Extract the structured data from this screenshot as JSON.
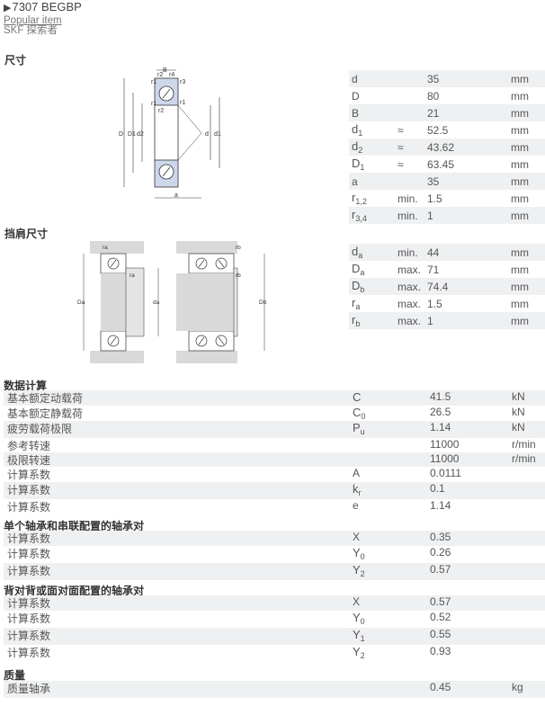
{
  "header": {
    "title": "7307 BEGBP",
    "popular": "Popular item",
    "brand": "SKF 探索者"
  },
  "sections": {
    "dimensions": "尺寸",
    "abutment": "挡肩尺寸",
    "calc": "数据计算",
    "single": "单个轴承和串联配置的轴承对",
    "pair": "背对背或面对面配置的轴承对",
    "mass": "质量"
  },
  "diagram_labels": {
    "B": "B",
    "r1": "r1",
    "r2": "r2",
    "r3": "r3",
    "r4": "r4",
    "D": "D",
    "D1": "D1",
    "d2": "d2",
    "d": "d",
    "d1": "d1",
    "a": "a",
    "ra": "ra",
    "rb": "rb",
    "Da": "Da",
    "da": "da",
    "Db": "Db"
  },
  "dimensions": [
    {
      "sym": "d",
      "sub": "",
      "qual": "",
      "val": "35",
      "unit": "mm"
    },
    {
      "sym": "D",
      "sub": "",
      "qual": "",
      "val": "80",
      "unit": "mm"
    },
    {
      "sym": "B",
      "sub": "",
      "qual": "",
      "val": "21",
      "unit": "mm"
    },
    {
      "sym": "d",
      "sub": "1",
      "qual": "≈",
      "val": "52.5",
      "unit": "mm"
    },
    {
      "sym": "d",
      "sub": "2",
      "qual": "≈",
      "val": "43.62",
      "unit": "mm"
    },
    {
      "sym": "D",
      "sub": "1",
      "qual": "≈",
      "val": "63.45",
      "unit": "mm"
    },
    {
      "sym": "a",
      "sub": "",
      "qual": "",
      "val": "35",
      "unit": "mm"
    },
    {
      "sym": "r",
      "sub": "1,2",
      "qual": "min.",
      "val": "1.5",
      "unit": "mm"
    },
    {
      "sym": "r",
      "sub": "3,4",
      "qual": "min.",
      "val": "1",
      "unit": "mm"
    }
  ],
  "abutment": [
    {
      "sym": "d",
      "sub": "a",
      "qual": "min.",
      "val": "44",
      "unit": "mm"
    },
    {
      "sym": "D",
      "sub": "a",
      "qual": "max.",
      "val": "71",
      "unit": "mm"
    },
    {
      "sym": "D",
      "sub": "b",
      "qual": "max.",
      "val": "74.4",
      "unit": "mm"
    },
    {
      "sym": "r",
      "sub": "a",
      "qual": "max.",
      "val": "1.5",
      "unit": "mm"
    },
    {
      "sym": "r",
      "sub": "b",
      "qual": "max.",
      "val": "1",
      "unit": "mm"
    }
  ],
  "calc": [
    {
      "label": "基本额定动载荷",
      "sym": "C",
      "sub": "",
      "val": "41.5",
      "unit": "kN"
    },
    {
      "label": "基本额定静载荷",
      "sym": "C",
      "sub": "0",
      "val": "26.5",
      "unit": "kN"
    },
    {
      "label": "疲劳载荷极限",
      "sym": "P",
      "sub": "u",
      "val": "1.14",
      "unit": "kN"
    },
    {
      "label": "参考转速",
      "sym": "",
      "sub": "",
      "val": "11000",
      "unit": "r/min"
    },
    {
      "label": "极限转速",
      "sym": "",
      "sub": "",
      "val": "11000",
      "unit": "r/min"
    },
    {
      "label": "计算系数",
      "sym": "A",
      "sub": "",
      "val": "0.0111",
      "unit": ""
    },
    {
      "label": "计算系数",
      "sym": "k",
      "sub": "r",
      "val": "0.1",
      "unit": ""
    },
    {
      "label": "计算系数",
      "sym": "e",
      "sub": "",
      "val": "1.14",
      "unit": ""
    }
  ],
  "single": [
    {
      "label": "计算系数",
      "sym": "X",
      "sub": "",
      "val": "0.35",
      "unit": ""
    },
    {
      "label": "计算系数",
      "sym": "Y",
      "sub": "0",
      "val": "0.26",
      "unit": ""
    },
    {
      "label": "计算系数",
      "sym": "Y",
      "sub": "2",
      "val": "0.57",
      "unit": ""
    }
  ],
  "pair": [
    {
      "label": "计算系数",
      "sym": "X",
      "sub": "",
      "val": "0.57",
      "unit": ""
    },
    {
      "label": "计算系数",
      "sym": "Y",
      "sub": "0",
      "val": "0.52",
      "unit": ""
    },
    {
      "label": "计算系数",
      "sym": "Y",
      "sub": "1",
      "val": "0.55",
      "unit": ""
    },
    {
      "label": "计算系数",
      "sym": "Y",
      "sub": "2",
      "val": "0.93",
      "unit": ""
    }
  ],
  "mass": [
    {
      "label": "质量轴承",
      "sym": "",
      "sub": "",
      "val": "0.45",
      "unit": "kg"
    }
  ]
}
